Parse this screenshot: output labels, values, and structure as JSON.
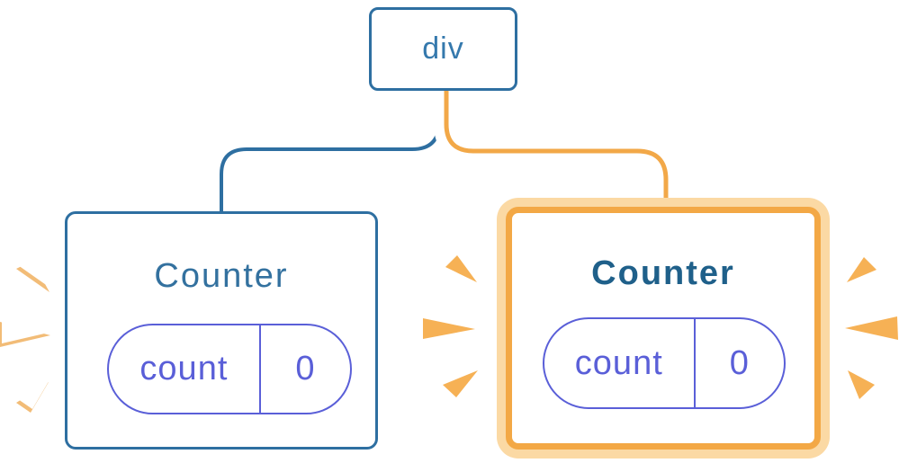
{
  "tree": {
    "root": {
      "label": "div"
    },
    "children": [
      {
        "title": "Counter",
        "state": {
          "key": "count",
          "value": "0"
        },
        "highlighted": false,
        "flash": "white-burst"
      },
      {
        "title": "Counter",
        "state": {
          "key": "count",
          "value": "0"
        },
        "highlighted": true,
        "flash": "orange-burst"
      }
    ]
  },
  "colors": {
    "blue_border": "#2E6FA1",
    "blue_text": "#3579AD",
    "title_plain": "#33719F",
    "title_highlight": "#1F608A",
    "state_indigo": "#5A5FD8",
    "connector_orange": "#F2A848",
    "ring_light": "#FBD9A4",
    "ring_dark": "#F3A845",
    "spark_orange": "#F6B155",
    "spark_white": "#FFFFFF"
  }
}
